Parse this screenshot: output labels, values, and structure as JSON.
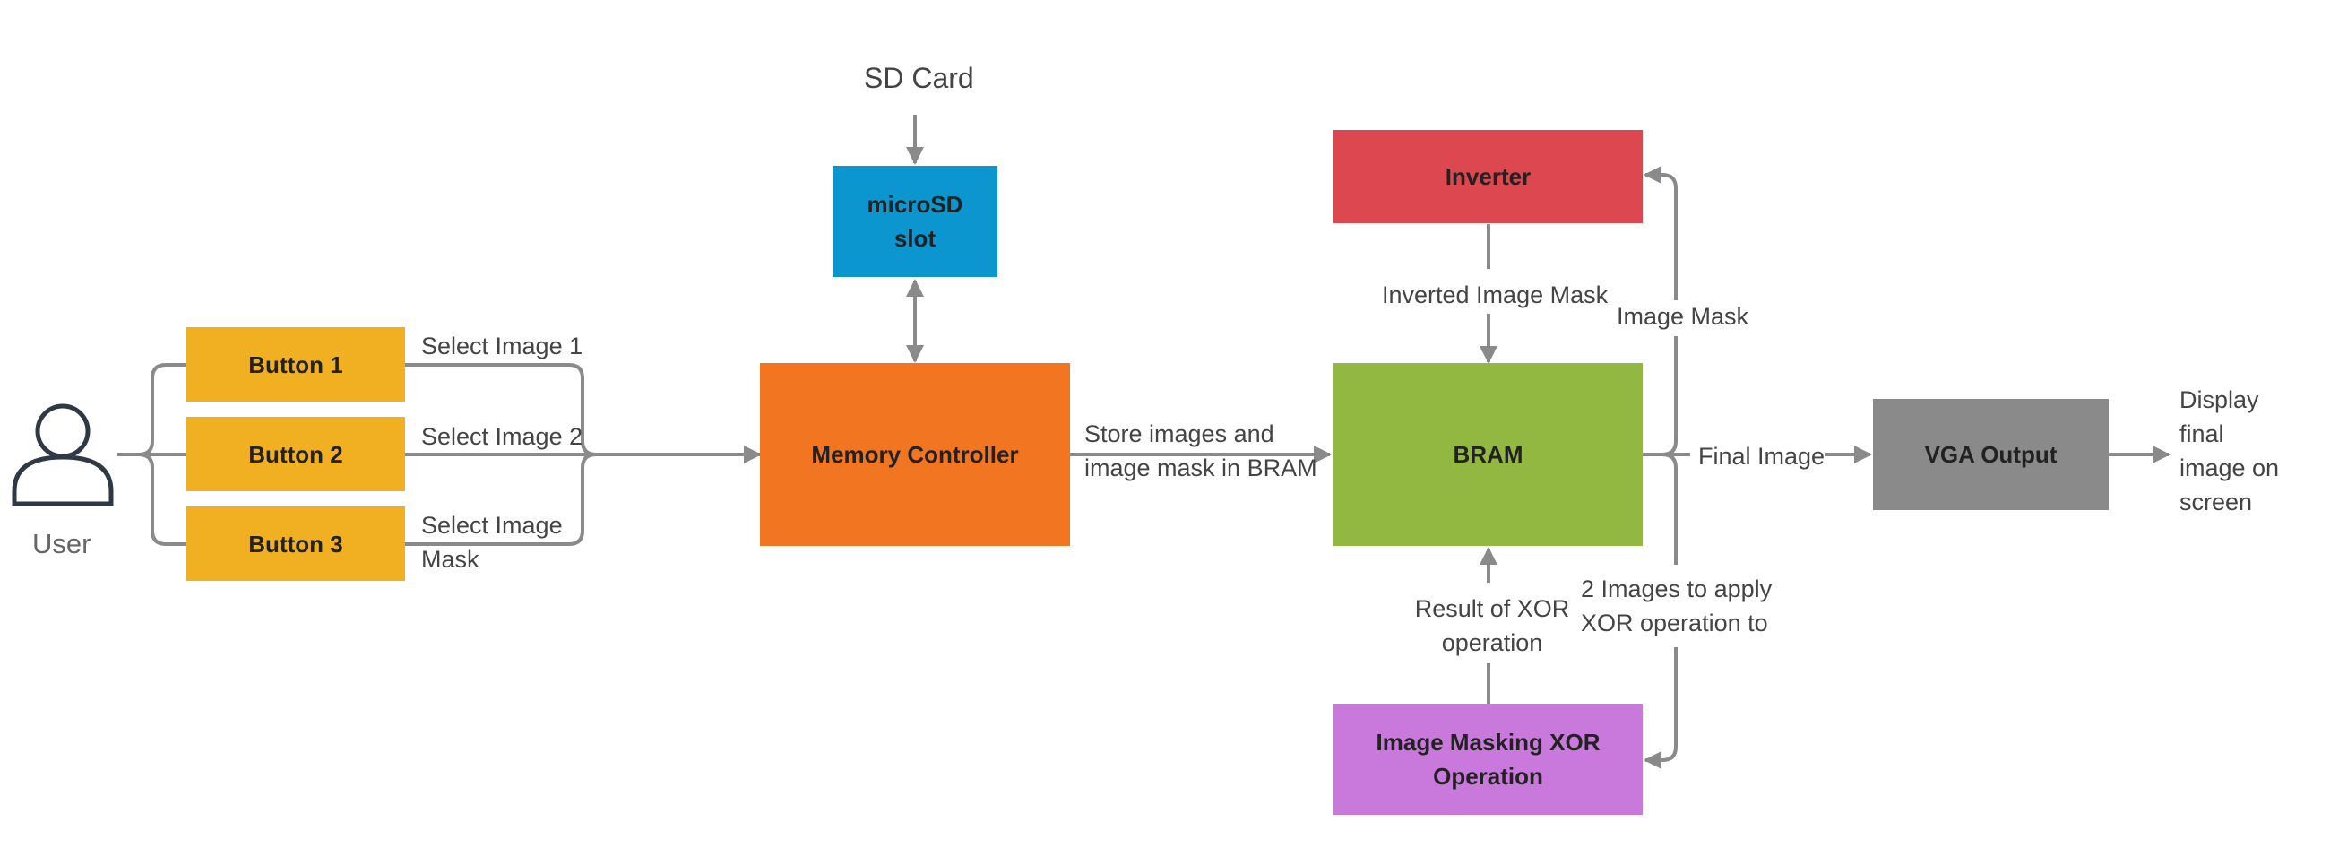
{
  "colors": {
    "buttons": "#f0b021",
    "microsd": "#0b96cf",
    "memory_controller": "#f27522",
    "inverter": "#dc4750",
    "bram": "#93b841",
    "xor": "#c978dc",
    "vga": "#8a8a8a",
    "connector": "#8a8a8a",
    "user_icon": "#2f3845"
  },
  "icons": {
    "user": "person-icon"
  },
  "user": {
    "label": "User"
  },
  "sd_card": {
    "label": "SD Card"
  },
  "nodes": {
    "button1": "Button 1",
    "button2": "Button 2",
    "button3": "Button 3",
    "microsd": "microSD\nslot",
    "memory_controller": "Memory Controller",
    "inverter": "Inverter",
    "bram": "BRAM",
    "xor": "Image Masking XOR\nOperation",
    "vga": "VGA Output"
  },
  "edges": {
    "select1": "Select Image 1",
    "select2": "Select Image 2",
    "select_mask": "Select Image\nMask",
    "store": "Store images and\nimage mask in BRAM",
    "inverted": "Inverted Image Mask",
    "image_mask": "Image Mask",
    "final_image": "Final Image",
    "display": "Display\nfinal\nimage on\nscreen",
    "xor_result": "Result of XOR\noperation",
    "two_images": "2 Images to apply\nXOR operation to"
  }
}
